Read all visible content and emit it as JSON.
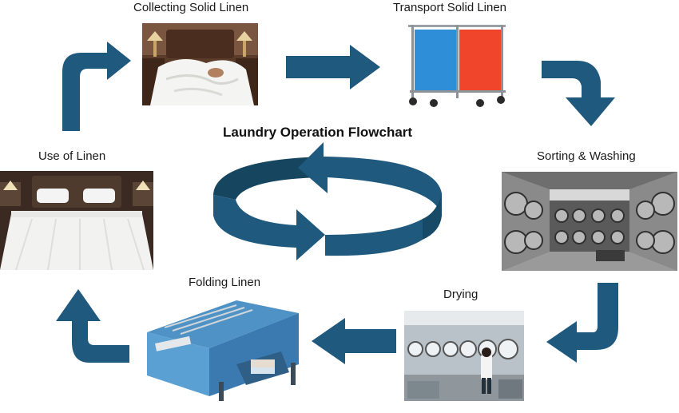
{
  "diagram": {
    "title": "Laundry Operation Flowchart",
    "accent_color": "#1f5a7e",
    "steps": [
      {
        "label": "Collecting Solid Linen",
        "icon": "unmade-bed-photo"
      },
      {
        "label": "Transport Solid Linen",
        "icon": "laundry-cart-photo"
      },
      {
        "label": "Sorting & Washing",
        "icon": "washing-machines-photo"
      },
      {
        "label": "Drying",
        "icon": "industrial-dryers-photo"
      },
      {
        "label": "Folding Linen",
        "icon": "folding-machine-photo"
      },
      {
        "label": "Use of Linen",
        "icon": "made-bed-photo"
      }
    ]
  }
}
